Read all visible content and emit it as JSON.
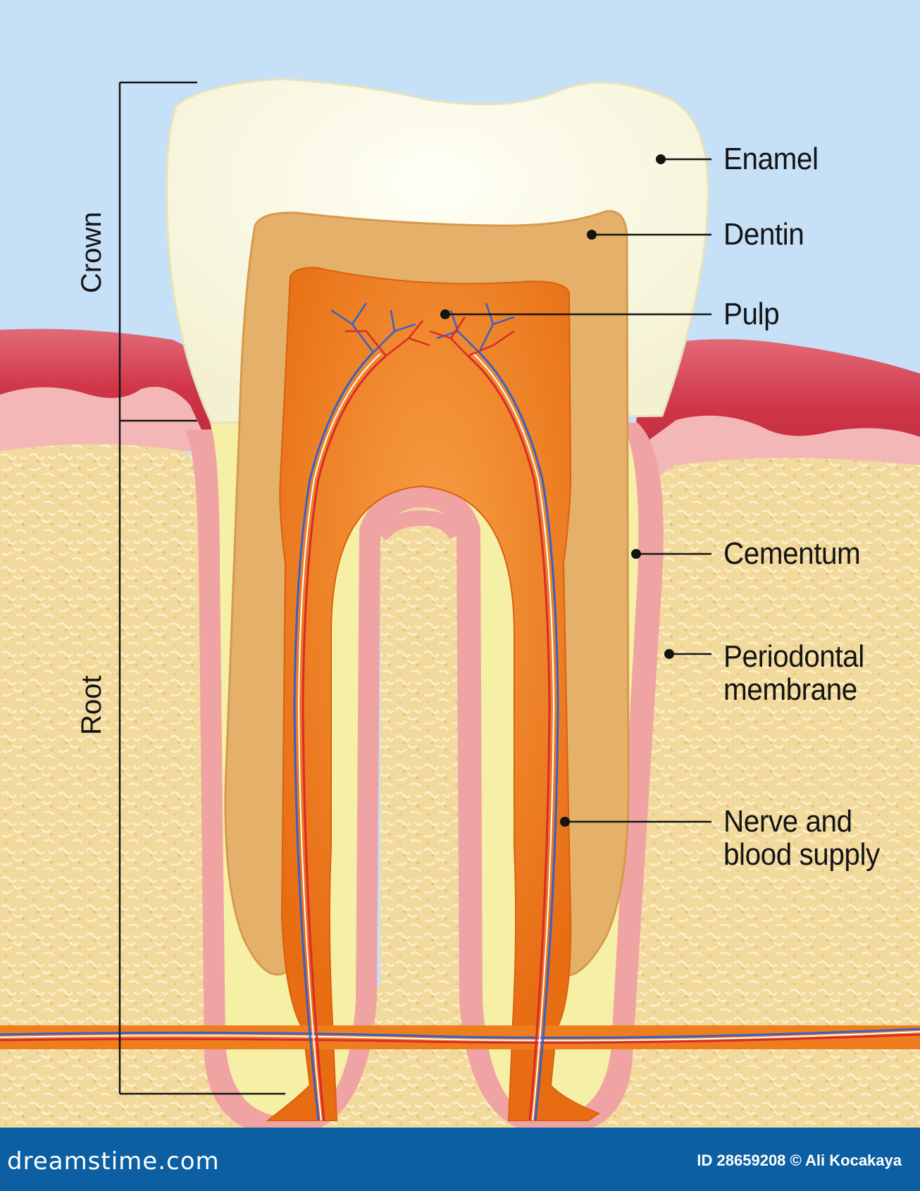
{
  "labels": {
    "enamel": "Enamel",
    "dentin": "Dentin",
    "pulp": "Pulp",
    "cementum": "Cementum",
    "periodontal": [
      "Periodontal",
      "membrane"
    ],
    "nerve": [
      "Nerve and",
      "blood supply"
    ]
  },
  "brackets": {
    "crown": "Crown",
    "root": "Root"
  },
  "footer": {
    "brand": "dreamstime.com",
    "credit": "ID 28659208 © Ali Kocakaya"
  },
  "colors": {
    "sky": "#c6e0f7",
    "gum": "#d9485a",
    "bone": "#f1d79a",
    "enamel": "#fdfbe6",
    "dentin": "#e4b06a",
    "pulp": "#ee7d1e",
    "cementum": "#f6f0a6",
    "periodontal": "#f0a3a3",
    "footer": "#0d5fa3"
  }
}
